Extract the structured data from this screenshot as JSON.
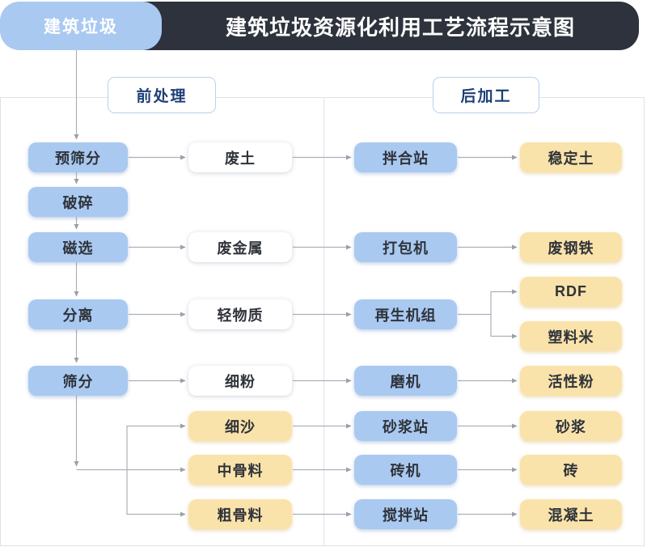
{
  "header": {
    "source_tab": "建筑垃圾",
    "title": "建筑垃圾资源化利用工艺流程示意图"
  },
  "sections": {
    "pre": "前处理",
    "post": "后加工"
  },
  "flow": {
    "process_steps": [
      "预筛分",
      "破碎",
      "磁选",
      "分离",
      "筛分"
    ],
    "intermediates": [
      "废土",
      "废金属",
      "轻物质",
      "细粉",
      "细沙",
      "中骨料",
      "粗骨料"
    ],
    "machines": [
      "拌合站",
      "打包机",
      "再生机组",
      "磨机",
      "砂浆站",
      "砖机",
      "搅拌站"
    ],
    "products": [
      "稳定土",
      "废钢铁",
      "RDF",
      "塑料米",
      "活性粉",
      "砂浆",
      "砖",
      "混凝土"
    ]
  },
  "colors": {
    "header_dark": "#2d323c",
    "process_blue": "#a9c9f1",
    "product_yellow": "#fae3aa",
    "accent_navy": "#1e3f77",
    "label_border": "#b9d0ef",
    "line_gray": "#abb0b8",
    "frame_gray": "#dfe2ea"
  }
}
